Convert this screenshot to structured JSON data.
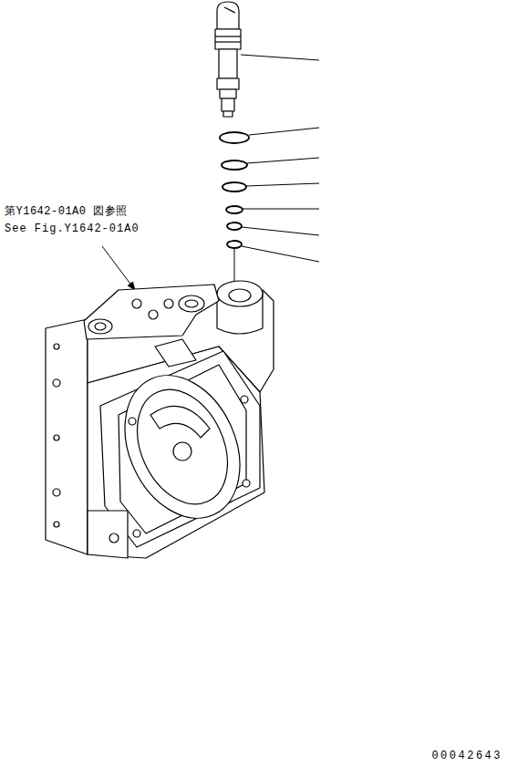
{
  "diagram": {
    "labels": [
      "第Y1642-01A0 図参照",
      "See Fig.Y1642-01A0",
      "00042643"
    ]
  }
}
